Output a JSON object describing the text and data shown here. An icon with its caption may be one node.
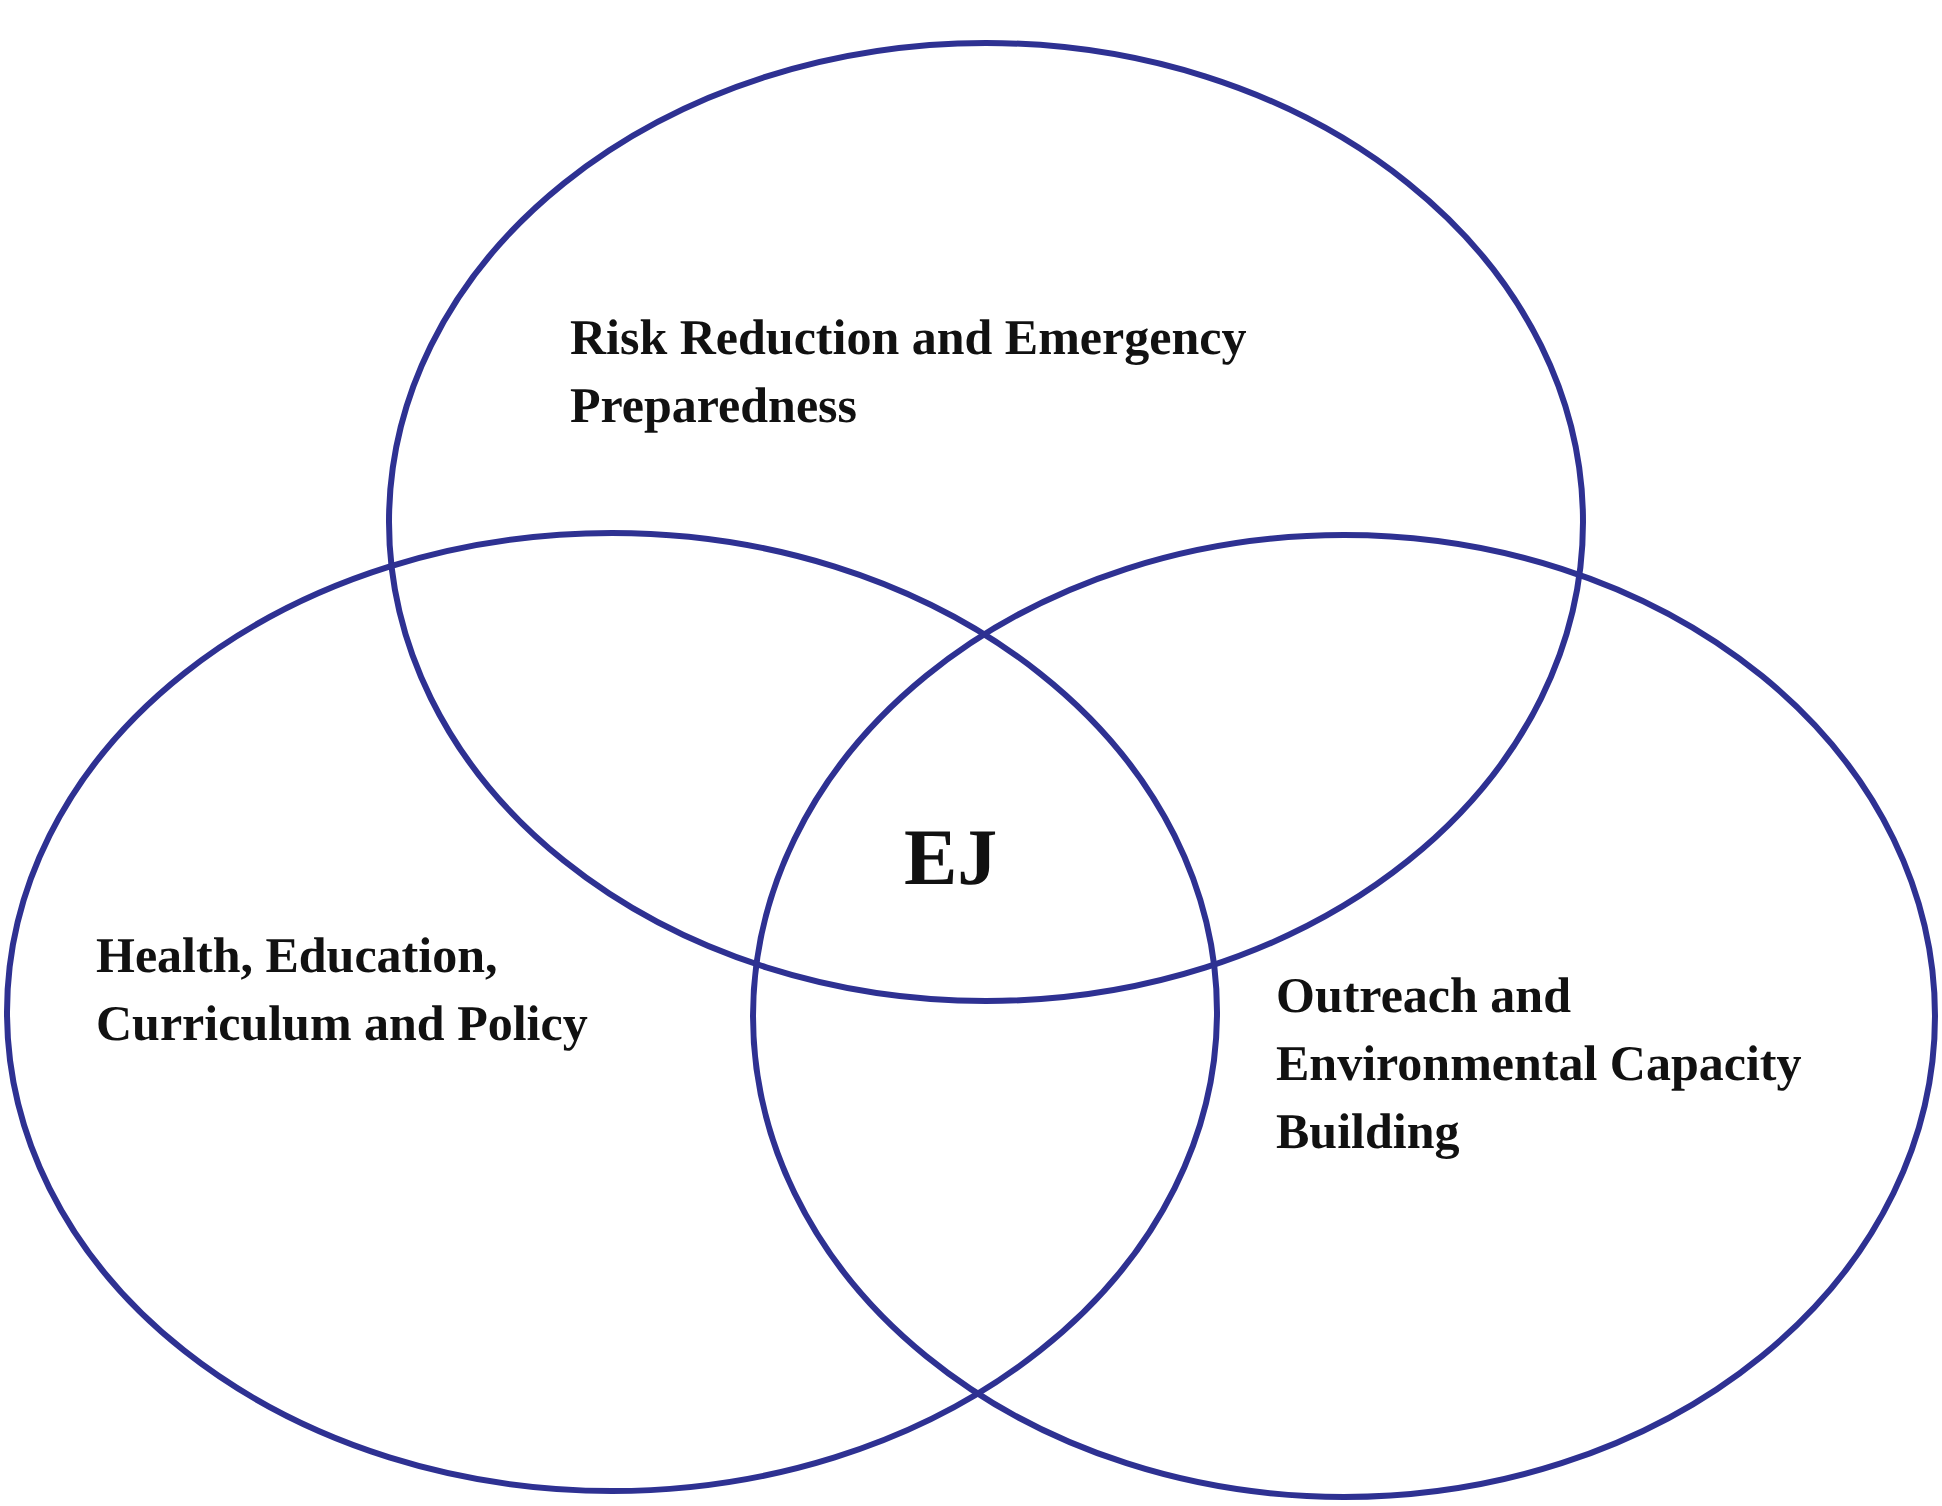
{
  "diagram": {
    "nodes": [
      {
        "text": [
          "Risk Reduction and Emergency Preparedness"
        ]
      },
      {
        "text": [
          "Health, Education, Curriculum and Policy"
        ]
      },
      {
        "text": [
          "Outreach and Environmental Capacity Building"
        ]
      }
    ],
    "labels": [
      "EJ"
    ]
  }
}
